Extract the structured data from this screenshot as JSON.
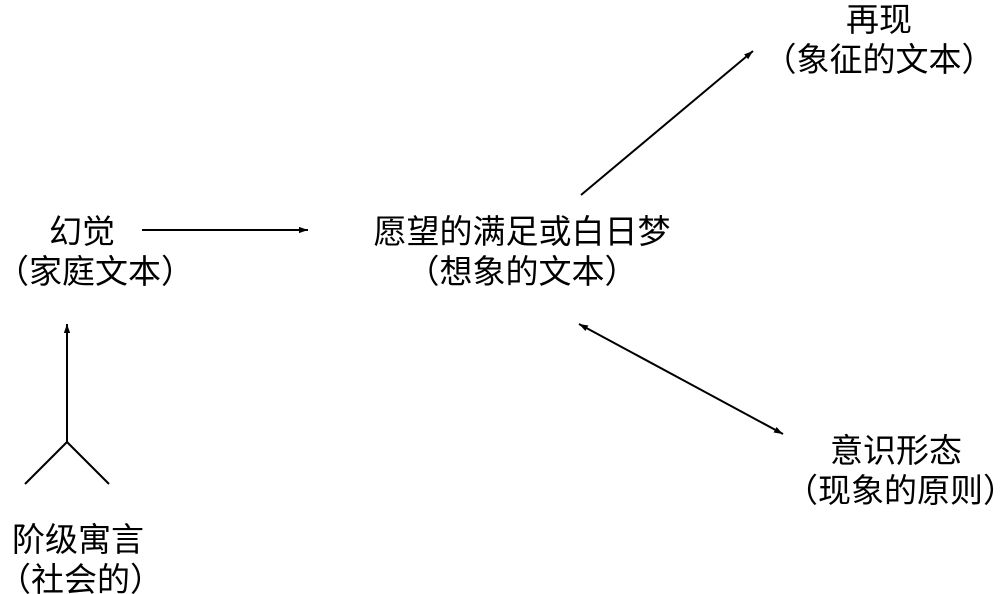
{
  "nodes": {
    "representation": {
      "title": "再现",
      "subtitle": "（象征的文本）"
    },
    "hallucination": {
      "title": "幻觉",
      "subtitle": "（家庭文本）"
    },
    "wish_fulfillment": {
      "title": "愿望的满足或白日梦",
      "subtitle": "（想象的文本）"
    },
    "ideology": {
      "title": "意识形态",
      "subtitle": "（现象的原则）"
    },
    "class_allegory": {
      "title": "阶级寓言",
      "subtitle": "（社会的）"
    }
  },
  "edges": [
    {
      "from": "hallucination",
      "to": "wish_fulfillment",
      "direction": "forward"
    },
    {
      "from": "wish_fulfillment",
      "to": "representation",
      "direction": "forward"
    },
    {
      "from": "wish_fulfillment",
      "to": "ideology",
      "direction": "both"
    },
    {
      "from": "class_allegory",
      "to": "hallucination",
      "direction": "forward"
    }
  ],
  "colors": {
    "line": "#000000",
    "text": "#000000",
    "background": "#ffffff"
  }
}
